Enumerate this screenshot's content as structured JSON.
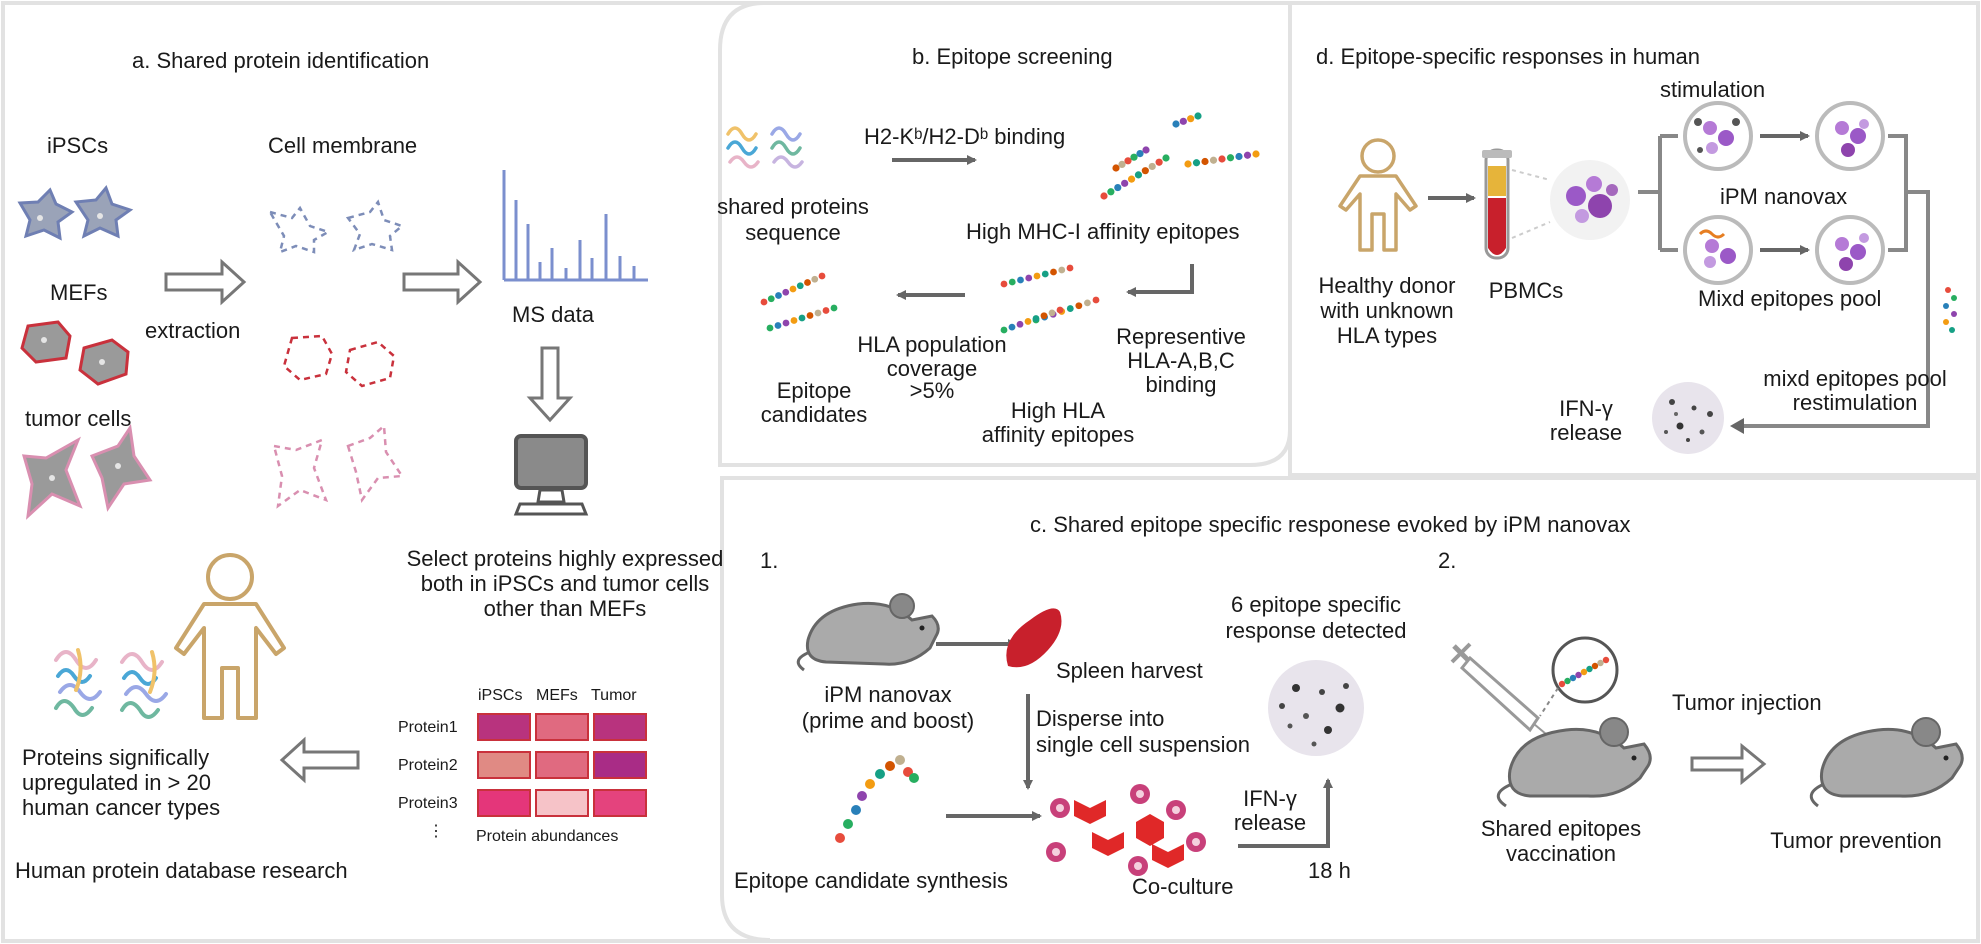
{
  "panel_a": {
    "title": "a. Shared protein identification",
    "ipscs": "iPSCs",
    "cell_membrane": "Cell membrane",
    "mefs": "MEFs",
    "extraction": "extraction",
    "ms_data": "MS data",
    "tumor_cells": "tumor cells",
    "select_1": "Select proteins highly expressed",
    "select_2": "both in iPSCs and tumor cells",
    "select_3": "other than MEFs",
    "col_ipscs": "iPSCs",
    "col_mefs": "MEFs",
    "col_tumor": "Tumor",
    "rows": [
      "Protein1",
      "Protein2",
      "Protein3"
    ],
    "ellipsis": "⋮",
    "abundances": "Protein abundances",
    "upreg_1": "Proteins significally",
    "upreg_2": "upregulated in > 20",
    "upreg_3": "human cancer types",
    "database": "Human protein database research",
    "heat_colors": [
      [
        "#b8337e",
        "#e06a80",
        "#b8337e"
      ],
      [
        "#e08a84",
        "#e06a80",
        "#a92c86"
      ],
      [
        "#e4367a",
        "#f6c3c8",
        "#e4437d"
      ]
    ]
  },
  "panel_b": {
    "title": "b. Epitope screening",
    "binding": "H2-Kᵇ/H2-Dᵇ binding",
    "shared_1": "shared proteins",
    "shared_2": "sequence",
    "high_mhc": "High MHC-I affinity epitopes",
    "rep_1": "Representive",
    "rep_2": "HLA-A,B,C",
    "rep_3": "binding",
    "hla_pop_1": "HLA population",
    "hla_pop_2": "coverage",
    "hla_pop_3": ">5%",
    "high_hla_1": "High HLA",
    "high_hla_2": "affinity epitopes",
    "cand_1": "Epitope",
    "cand_2": "candidates"
  },
  "panel_d": {
    "title": "d. Epitope-specific responses in human",
    "stimulation": "stimulation",
    "ipm_nanovax": "iPM nanovax",
    "mixed_pool": "Mixd epitopes pool",
    "donor_1": "Healthy donor",
    "donor_2": "with unknown",
    "donor_3": "HLA types",
    "pbmcs": "PBMCs",
    "restim_1": "mixd epitopes pool",
    "restim_2": "restimulation",
    "ifn_1": "IFN-γ",
    "ifn_2": "release"
  },
  "panel_c": {
    "title": "c. Shared epitope specific responese evoked by iPM nanovax",
    "step1": "1.",
    "step2": "2.",
    "nanovax_1": "iPM nanovax",
    "nanovax_2": "(prime and boost)",
    "spleen": "Spleen harvest",
    "disperse_1": "Disperse into",
    "disperse_2": "single cell suspension",
    "detected_1": "6 epitope specific",
    "detected_2": "response detected",
    "ifn_1": "IFN-γ",
    "ifn_2": "release",
    "hours": "18 h",
    "synthesis": "Epitope candidate synthesis",
    "coculture": "Co-culture",
    "tumor_injection": "Tumor injection",
    "vacc_1": "Shared epitopes",
    "vacc_2": "vaccination",
    "prevention": "Tumor prevention"
  },
  "colors": {
    "ipsc": "#7d8db8",
    "mef": "#c9313c",
    "tumor": "#d98fb0",
    "chart": "#7b8fce",
    "person": "#c9a56a",
    "arrow": "#666666",
    "panel_border": "#e2e2e2"
  },
  "icons": [
    "cell-icon",
    "membrane-fragment-icon",
    "bar-chart-icon",
    "computer-icon",
    "person-icon",
    "protein-structure-icon",
    "peptide-chain-icon",
    "blood-tube-icon",
    "petri-dish-icon",
    "mouse-icon",
    "spleen-icon",
    "syringe-icon"
  ]
}
